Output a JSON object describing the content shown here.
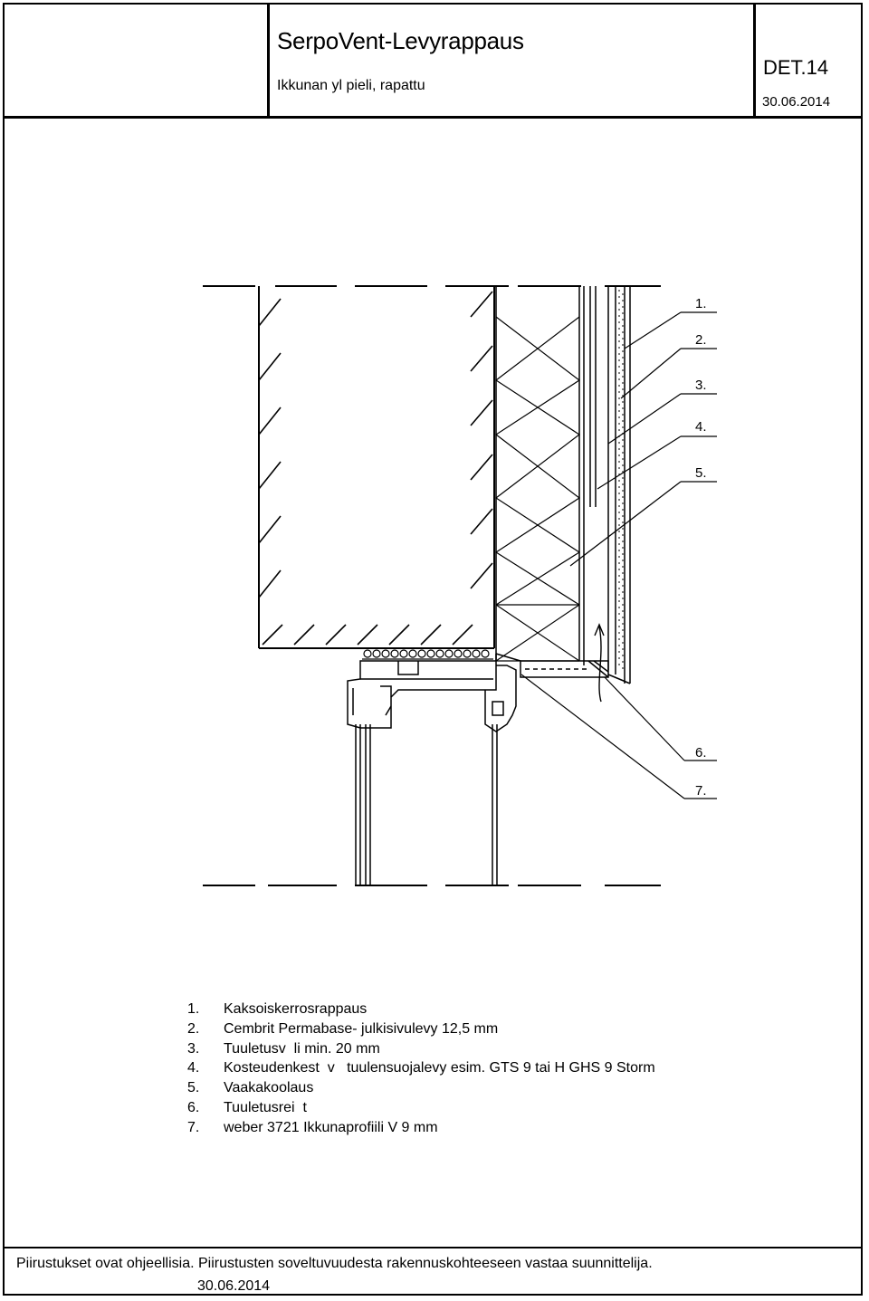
{
  "header": {
    "title": "SerpoVent-Levyrappaus",
    "subtitle": "Ikkunan yl  pieli, rapattu",
    "detail_no": "DET.14",
    "date": "30.06.2014"
  },
  "callouts": [
    "1.",
    "2.",
    "3.",
    "4.",
    "5.",
    "6.",
    "7."
  ],
  "legend": [
    {
      "num": "1.",
      "text": "Kaksoiskerrosrappaus"
    },
    {
      "num": "2.",
      "text": "Cembrit Permabase- julkisivulevy 12,5 mm"
    },
    {
      "num": "3.",
      "text": "Tuuletusv  li min. 20 mm"
    },
    {
      "num": "4.",
      "text": "Kosteudenkest  v   tuulensuojalevy esim. GTS 9 tai H GHS 9 Storm"
    },
    {
      "num": "5.",
      "text": "Vaakakoolaus"
    },
    {
      "num": "6.",
      "text": "Tuuletusrei  t"
    },
    {
      "num": "7.",
      "text": "weber 3721 Ikkunaprofiili V 9 mm"
    }
  ],
  "footer": {
    "note": "Piirustukset ovat ohjeellisia. Piirustusten soveltuvuudesta rakennuskohteeseen vastaa suunnittelija.",
    "date": "30.06.2014"
  },
  "colors": {
    "line": "#000000",
    "background": "#ffffff"
  }
}
